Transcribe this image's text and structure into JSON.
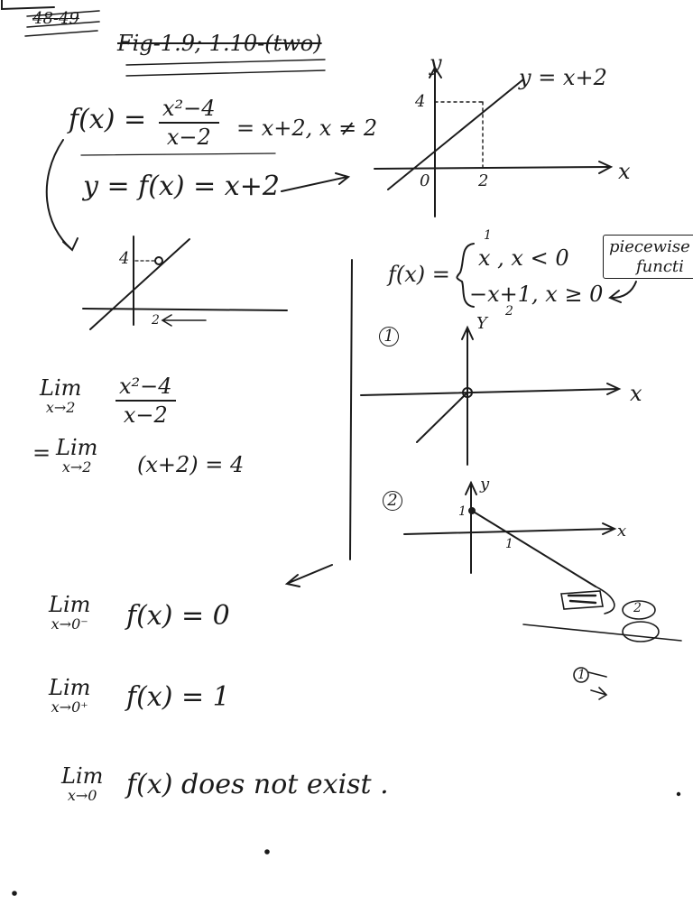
{
  "page_number": "48-49",
  "fig_ref": "Fig-1.9; 1.10-(two)",
  "eq1": {
    "lhs": "f(x) =",
    "num": "x²−4",
    "den": "x−2",
    "rhs": "= x+2, x ≠ 2"
  },
  "eq2": "y = f(x) = x+2",
  "graph1": {
    "title": "y = x+2",
    "y_axis": "y",
    "x_axis": "x",
    "y_tick": "4",
    "x_tick": "2",
    "origin": "0"
  },
  "graph_small": {
    "y_tick": "4",
    "x_tick": "2"
  },
  "limit1": {
    "lim": "Lim",
    "sub": "x→2",
    "num": "x²−4",
    "den": "x−2"
  },
  "limit2": {
    "prefix": "=",
    "lim": "Lim",
    "sub": "x→2",
    "expr": "(x+2) = 4"
  },
  "piecewise": {
    "lhs": "f(x) =",
    "case1": "x ,   x < 0",
    "case2": "−x+1,  x ≥ 0",
    "label1": "1",
    "label2": "2",
    "note_line1": "piecewise",
    "note_line2": "functi"
  },
  "graph2": {
    "label": "1",
    "y_axis": "Y",
    "x_axis": "x"
  },
  "graph3": {
    "label": "2",
    "y_axis": "y",
    "x_axis": "x",
    "y_tick": "1",
    "x_tick": "1"
  },
  "limit_left": {
    "lim": "Lim",
    "sub": "x→0⁻",
    "expr": "f(x) = 0"
  },
  "limit_right": {
    "lim": "Lim",
    "sub": "x→0⁺",
    "expr": "f(x) = 1"
  },
  "limit_conclusion": {
    "lim": "Lim",
    "sub": "x→0",
    "expr": "f(x)   does not exist ."
  },
  "scribble_labels": {
    "a": "2",
    "b": "1"
  }
}
